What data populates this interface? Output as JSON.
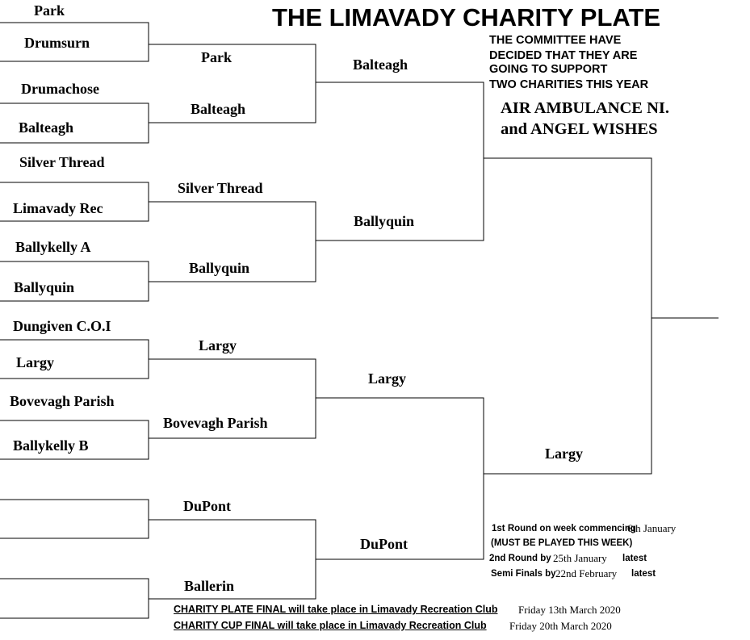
{
  "title": "THE LIMAVADY CHARITY PLATE",
  "committee_note": [
    "THE COMMITTEE HAVE",
    "DECIDED THAT THEY ARE",
    "GOING TO SUPPORT",
    "TWO CHARITIES THIS YEAR"
  ],
  "charities": [
    "AIR AMBULANCE NI.",
    "and ANGEL WISHES"
  ],
  "round1": {
    "teams": [
      "Park",
      "Drumsurn",
      "Drumachose",
      "Balteagh",
      "Silver Thread",
      "Limavady Rec",
      "Ballykelly A",
      "Ballyquin",
      "Dungiven C.O.I",
      "Largy",
      "Bovevagh Parish",
      "Ballykelly B",
      "",
      "",
      "",
      ""
    ]
  },
  "round2": {
    "winners": [
      "Park",
      "Balteagh",
      "Silver Thread",
      "Ballyquin",
      "Largy",
      "Bovevagh Parish",
      "DuPont",
      "Ballerin"
    ]
  },
  "quarter_finals": {
    "winners": [
      "Balteagh",
      "Ballyquin",
      "Largy",
      "DuPont"
    ]
  },
  "semi_finals": {
    "winners": [
      "",
      "Largy"
    ]
  },
  "final": {
    "winner": ""
  },
  "schedule": {
    "round1_label": "1st Round on week commencing",
    "round1_date": "6th January",
    "round1_note": "(MUST BE PLAYED THIS WEEK)",
    "round2_label": "2nd Round by",
    "round2_date": "25th January",
    "round2_suffix": "latest",
    "semis_label": "Semi Finals by",
    "semis_date": "22nd February",
    "semis_suffix": "latest"
  },
  "finals_info": {
    "plate_text": "CHARITY PLATE FINAL will take place in Limavady Recreation Club",
    "plate_date": "Friday 13th March 2020",
    "cup_text": "CHARITY CUP FINAL will take place in Limavady Recreation Club",
    "cup_date": "Friday 20th March 2020"
  }
}
